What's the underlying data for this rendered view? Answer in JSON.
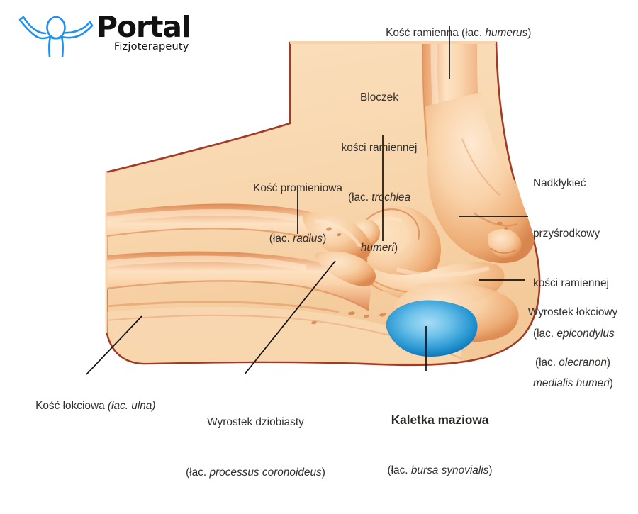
{
  "logo": {
    "name": "Portal",
    "subtitle": "Fizjoterapeuty",
    "mark": "physiotherapy-figure-icon",
    "color": "#1e90f0"
  },
  "illustration": {
    "title": "elbow-joint-anatomy",
    "colors": {
      "skin_fill": "#f7d4ab",
      "skin_outline": "#a33a26",
      "bone_light": "#fbe0bd",
      "bone_mid": "#eeac75",
      "bone_shadow": "#d98a52",
      "bursa_edge": "#0e7cba",
      "bursa_center": "#8fd2f2",
      "leader_line": "#111111"
    }
  },
  "labels": [
    {
      "id": "humerus",
      "pl": "Kość ramienna",
      "latin_prefix": "(łac. ",
      "latin": "humerus",
      "latin_suffix": ")",
      "bold": false
    },
    {
      "id": "trochlea",
      "line1": "Bloczek",
      "line2": "kości ramiennej",
      "line3_prefix": "(łac. ",
      "line3_latin": "trochlea",
      "line4_latin": "humeri",
      "line4_suffix": ")",
      "bold": false
    },
    {
      "id": "radius",
      "pl": "Kość promieniowa",
      "latin_prefix": "(łac. ",
      "latin": "radius",
      "latin_suffix": ")",
      "bold": false
    },
    {
      "id": "epicondylus",
      "line1": "Nadkłykieć",
      "line2": "przyśrodkowy",
      "line3": "kości ramiennej",
      "line4_prefix": "(łac. ",
      "line4_latin": "epicondylus",
      "line5_latin": "medialis humeri",
      "line5_suffix": ")",
      "bold": false
    },
    {
      "id": "olecranon",
      "pl": "Wyrostek łokciowy",
      "latin_prefix": "(łac. ",
      "latin": "olecranon",
      "latin_suffix": ")",
      "bold": false
    },
    {
      "id": "ulna",
      "pl": "Kość łokciowa ",
      "latin_prefix": "(łac. ",
      "latin": "ulna",
      "latin_suffix": ")",
      "bold": false
    },
    {
      "id": "coronoideus",
      "pl": "Wyrostek dziobiasty",
      "latin_prefix": "(łac. ",
      "latin": "processus coronoideus",
      "latin_suffix": ")",
      "bold": false
    },
    {
      "id": "bursa",
      "pl": "Kaletka maziowa",
      "latin_prefix": "(łac. ",
      "latin": "bursa synovialis",
      "latin_suffix": ")",
      "bold": true
    }
  ],
  "label_text": {
    "humerus_pl": "Kość ramienna ",
    "humerus_open": "(łac. ",
    "humerus_latin": "humerus",
    "humerus_close": ")",
    "trochlea_l1": "Bloczek",
    "trochlea_l2": "kości ramiennej",
    "trochlea_l3_open": "(łac. ",
    "trochlea_l3_latin": "trochlea",
    "trochlea_l4_latin": "humeri",
    "trochlea_l4_close": ")",
    "radius_pl": "Kość promieniowa",
    "radius_open": "(łac. ",
    "radius_latin": "radius",
    "radius_close": ")",
    "epi_l1": "Nadkłykieć",
    "epi_l2": "przyśrodkowy",
    "epi_l3": "kości ramiennej",
    "epi_l4_open": "(łac. ",
    "epi_l4_latin": "epicondylus",
    "epi_l5_latin": "medialis humeri",
    "epi_l5_close": ")",
    "olecranon_pl": "Wyrostek łokciowy",
    "olecranon_open": "(łac. ",
    "olecranon_latin": "olecranon",
    "olecranon_close": ")",
    "ulna_pl": "Kość łokciowa ",
    "ulna_open": "(łac. ",
    "ulna_latin": "ulna",
    "ulna_close": ")",
    "coro_pl": "Wyrostek dziobiasty",
    "coro_open": "(łac. ",
    "coro_latin": "processus coronoideus",
    "coro_close": ")",
    "bursa_pl": "Kaletka maziowa",
    "bursa_open": "(łac. ",
    "bursa_latin": "bursa synovialis",
    "bursa_close": ")"
  }
}
